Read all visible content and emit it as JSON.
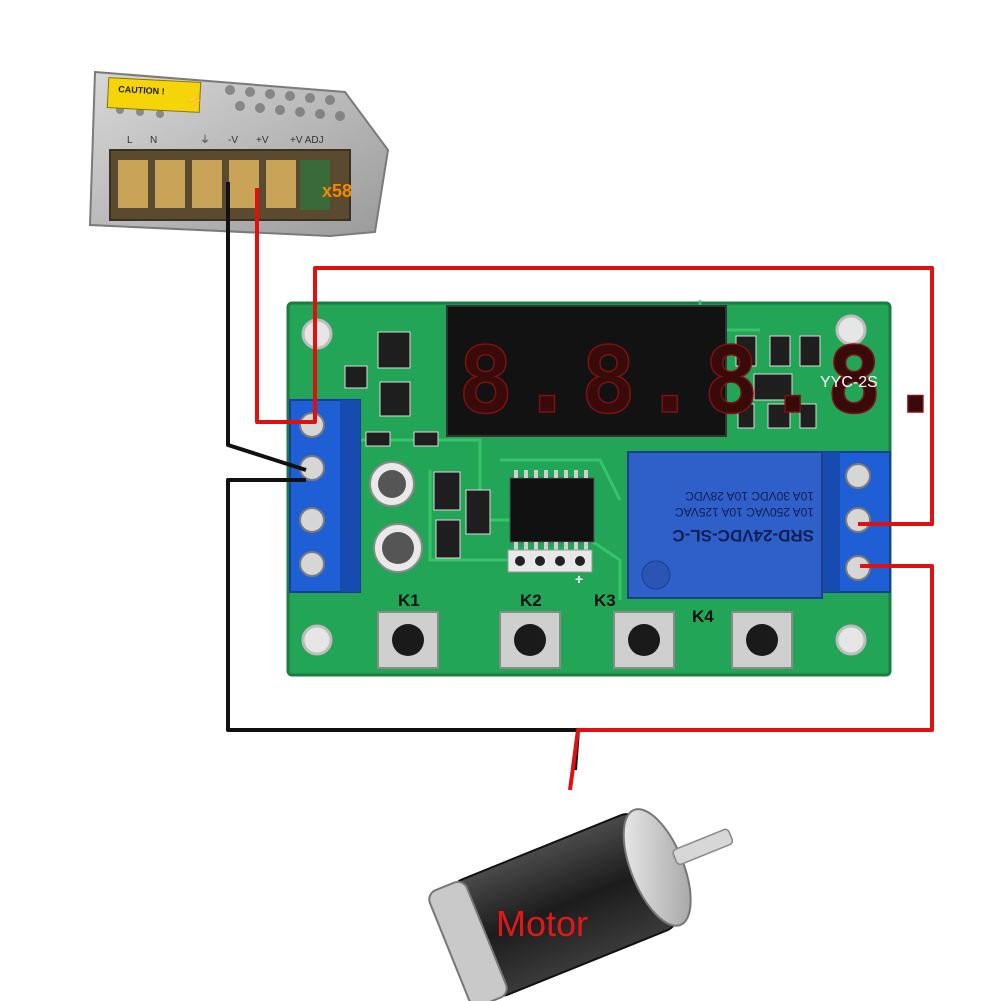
{
  "power_supply": {
    "caution_label": "CAUTION !",
    "terminals": [
      "L",
      "N",
      "⏚",
      "-V",
      "+V",
      "+V ADJ"
    ],
    "model_mark": "x58"
  },
  "relay_board": {
    "model": "YYC-2S",
    "display_digits": "8.8.8.8.",
    "relay_lines": [
      "SRD-24VDC-SL-C",
      "10A 250VAC 10A 125VAC",
      "10A 30VDC 10A 28VDC"
    ],
    "buttons": [
      "K1",
      "K2",
      "K3",
      "K4"
    ],
    "plus_mark": "+"
  },
  "motor": {
    "label": "Motor"
  },
  "colors": {
    "wire_positive": "#e01010",
    "wire_negative": "#111111",
    "pcb": "#22a557",
    "terminal": "#1f5fd6",
    "relay": "#2f5fc8"
  }
}
